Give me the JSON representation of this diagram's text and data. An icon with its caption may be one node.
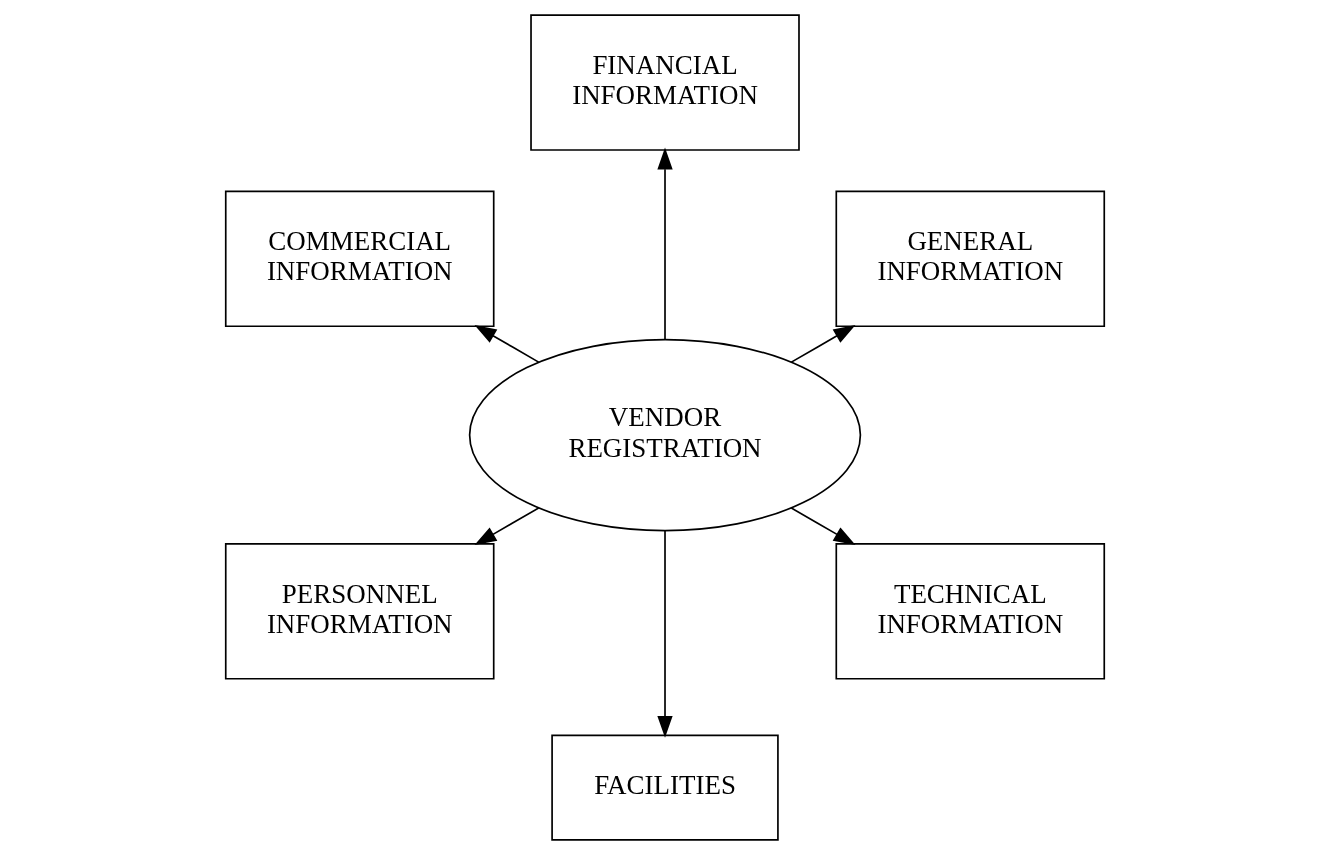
{
  "diagram": {
    "nodes": [
      {
        "text": [
          "GENERAL INFORMATION"
        ]
      },
      {
        "text": [
          "FINANCIAL INFORMATION"
        ]
      },
      {
        "text": [
          "COMMERCIAL INFORMATION"
        ]
      },
      {
        "text": [
          "VENDOR REGISTRATION"
        ]
      },
      {
        "text": [
          "PERSONNEL INFORMATION"
        ]
      },
      {
        "text": [
          "FACILITIES"
        ]
      },
      {
        "text": [
          "TECHNICAL INFORMATION"
        ]
      }
    ],
    "edges": [
      {
        "from": 3,
        "to": 0,
        "arrow": "to"
      },
      {
        "from": 3,
        "to": 2,
        "arrow": "to"
      },
      {
        "from": 3,
        "to": 5,
        "arrow": "to"
      },
      {
        "from": 3,
        "to": 6,
        "arrow": "to"
      },
      {
        "from": 3,
        "to": 4,
        "arrow": "to"
      },
      {
        "from": 3,
        "to": 1,
        "arrow": "to"
      }
    ]
  }
}
